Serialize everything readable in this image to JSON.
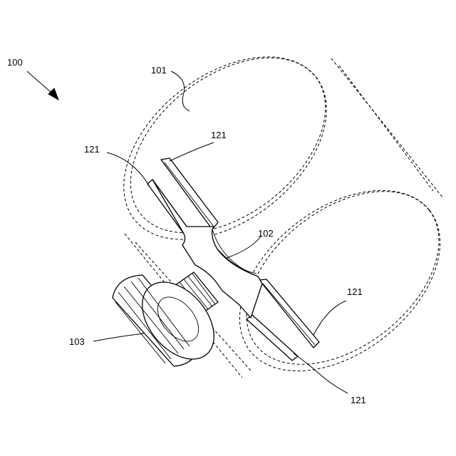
{
  "labels": {
    "assembly": "100",
    "housing": "101",
    "clip": "102",
    "knob": "103",
    "prong": "121"
  }
}
